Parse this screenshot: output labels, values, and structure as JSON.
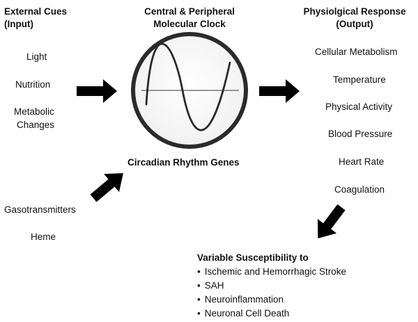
{
  "inputs": {
    "heading_line1": "External Cues",
    "heading_line2": "(Input)",
    "items": [
      "Light",
      "Nutrition",
      "Metabolic",
      "Changes"
    ]
  },
  "clock": {
    "heading_line1": "Central & Peripheral",
    "heading_line2": "Molecular Clock",
    "genes_label": "Circadian Rhythm Genes"
  },
  "modulators": {
    "items": [
      "Gasotransmitters",
      "Heme"
    ]
  },
  "outputs": {
    "heading_line1": "Physiolgical Response",
    "heading_line2": "(Output)",
    "items": [
      "Cellular Metabolism",
      "Temperature",
      "Physical Activity",
      "Blood Pressure",
      "Heart Rate",
      "Coagulation"
    ]
  },
  "susceptibility": {
    "heading": "Variable Susceptibility to",
    "items": [
      "Ischemic and Hemorrhagic Stroke",
      "SAH",
      "Neuroinflammation",
      "Neuronal Cell Death"
    ]
  }
}
